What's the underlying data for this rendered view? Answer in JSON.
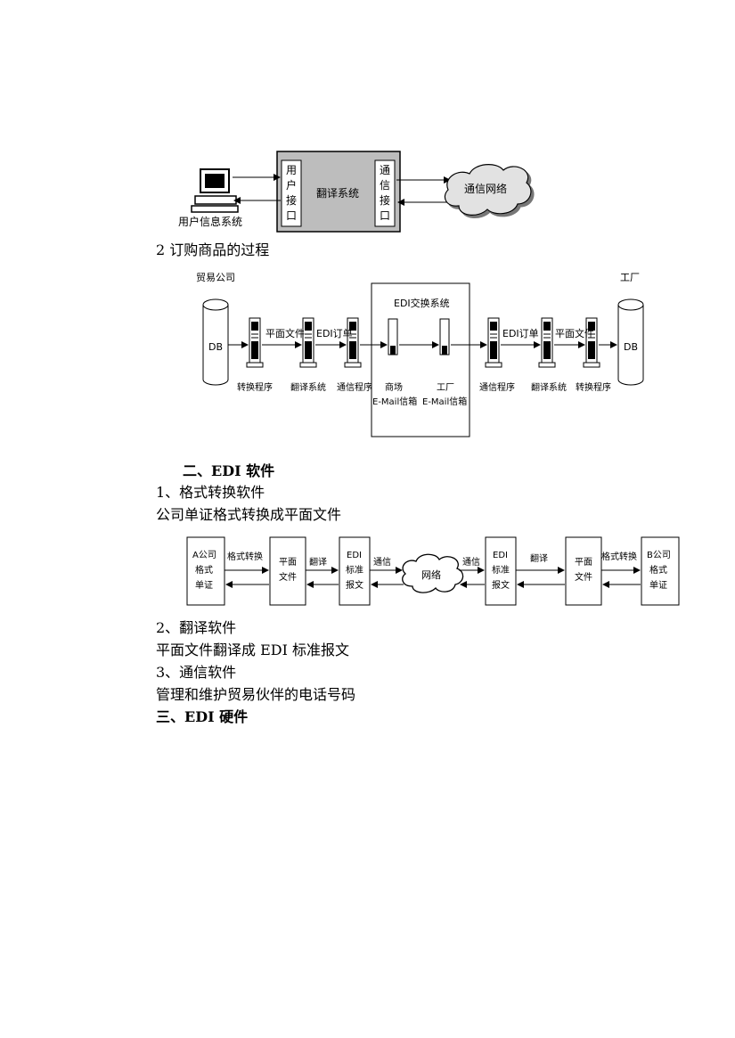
{
  "fig1": {
    "user_iface": [
      "用",
      "户",
      "接",
      "口"
    ],
    "translate": "翻译系统",
    "comm_iface": [
      "通",
      "信",
      "接",
      "口"
    ],
    "network": "通信网络",
    "user_system": "用户信息系统"
  },
  "section_order": "2 订购商品的过程",
  "fig2": {
    "trade_company": "贸易公司",
    "factory": "工厂",
    "db": "DB",
    "flat_file": "平面文件",
    "edi_order": "EDI订单",
    "exchange_system": "EDI交换系统",
    "labels": [
      "转换程序",
      "翻译系统",
      "通信程序"
    ],
    "mall_label": "商场",
    "factory_label": "工厂",
    "mailbox": "E-Mail信箱"
  },
  "heading_software": "二、EDI 软件",
  "item1": "1、格式转换软件",
  "item1_desc": "公司单证格式转换成平面文件",
  "fig3": {
    "a_doc": [
      "A公司",
      "格式",
      "单证"
    ],
    "b_doc": [
      "B公司",
      "格式",
      "单证"
    ],
    "format_convert": "格式转换",
    "flat": [
      "平面",
      "文件"
    ],
    "translate": "翻译",
    "edi_std": [
      "EDI",
      "标准",
      "报文"
    ],
    "comm": "通信",
    "network": "网络"
  },
  "item2": "2、翻译软件",
  "item2_desc": "平面文件翻译成 EDI 标准报文",
  "item3": "3、通信软件",
  "item3_desc": "管理和维护贸易伙伴的电话号码",
  "heading_hardware": "三、EDI 硬件"
}
